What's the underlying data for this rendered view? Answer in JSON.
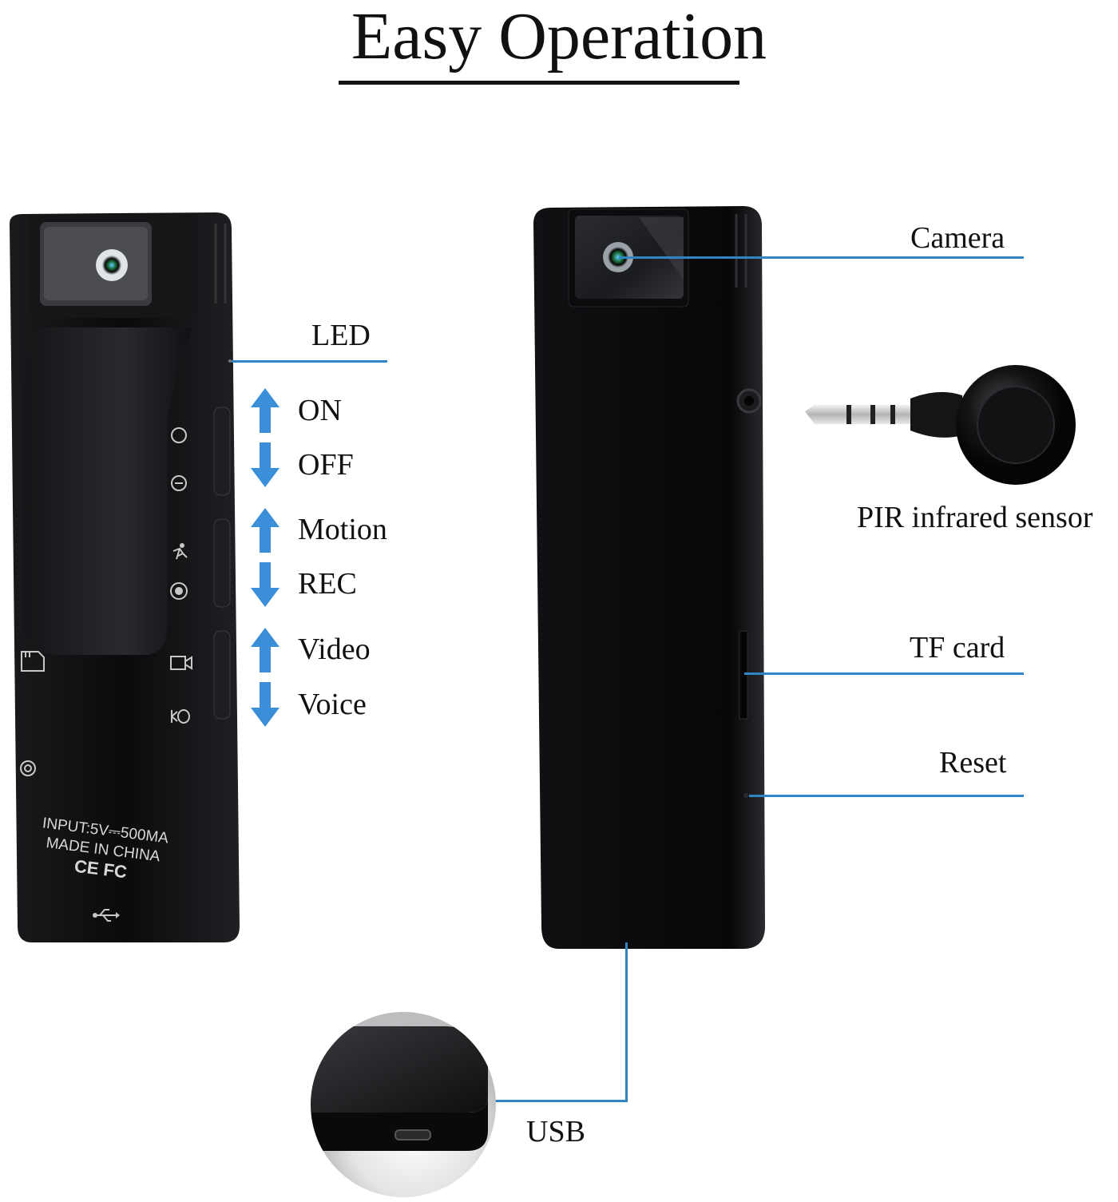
{
  "header": {
    "title": "Easy Operation"
  },
  "left_device": {
    "labels": {
      "led": "LED",
      "on": "ON",
      "off": "OFF",
      "motion": "Motion",
      "rec": "REC",
      "video": "Video",
      "voice": "Voice"
    },
    "print": {
      "line1": "INPUT:5V⎓500MA",
      "line2": "MADE IN CHINA",
      "line3": "CE FC"
    }
  },
  "right_device": {
    "labels": {
      "camera": "Camera",
      "pir": "PIR infrared sensor",
      "tf_card": "TF card",
      "reset": "Reset",
      "usb": "USB"
    }
  },
  "colors": {
    "callout_line": "#2f86c6",
    "arrow_blue": "#3a8fd8",
    "device_body": "#0d0d0f"
  },
  "icons": [
    "sd-card-icon",
    "power-icon",
    "usb-icon",
    "circle-icon",
    "minus-circle-icon",
    "motion-icon",
    "record-icon",
    "video-camera-icon",
    "microphone-icon"
  ]
}
